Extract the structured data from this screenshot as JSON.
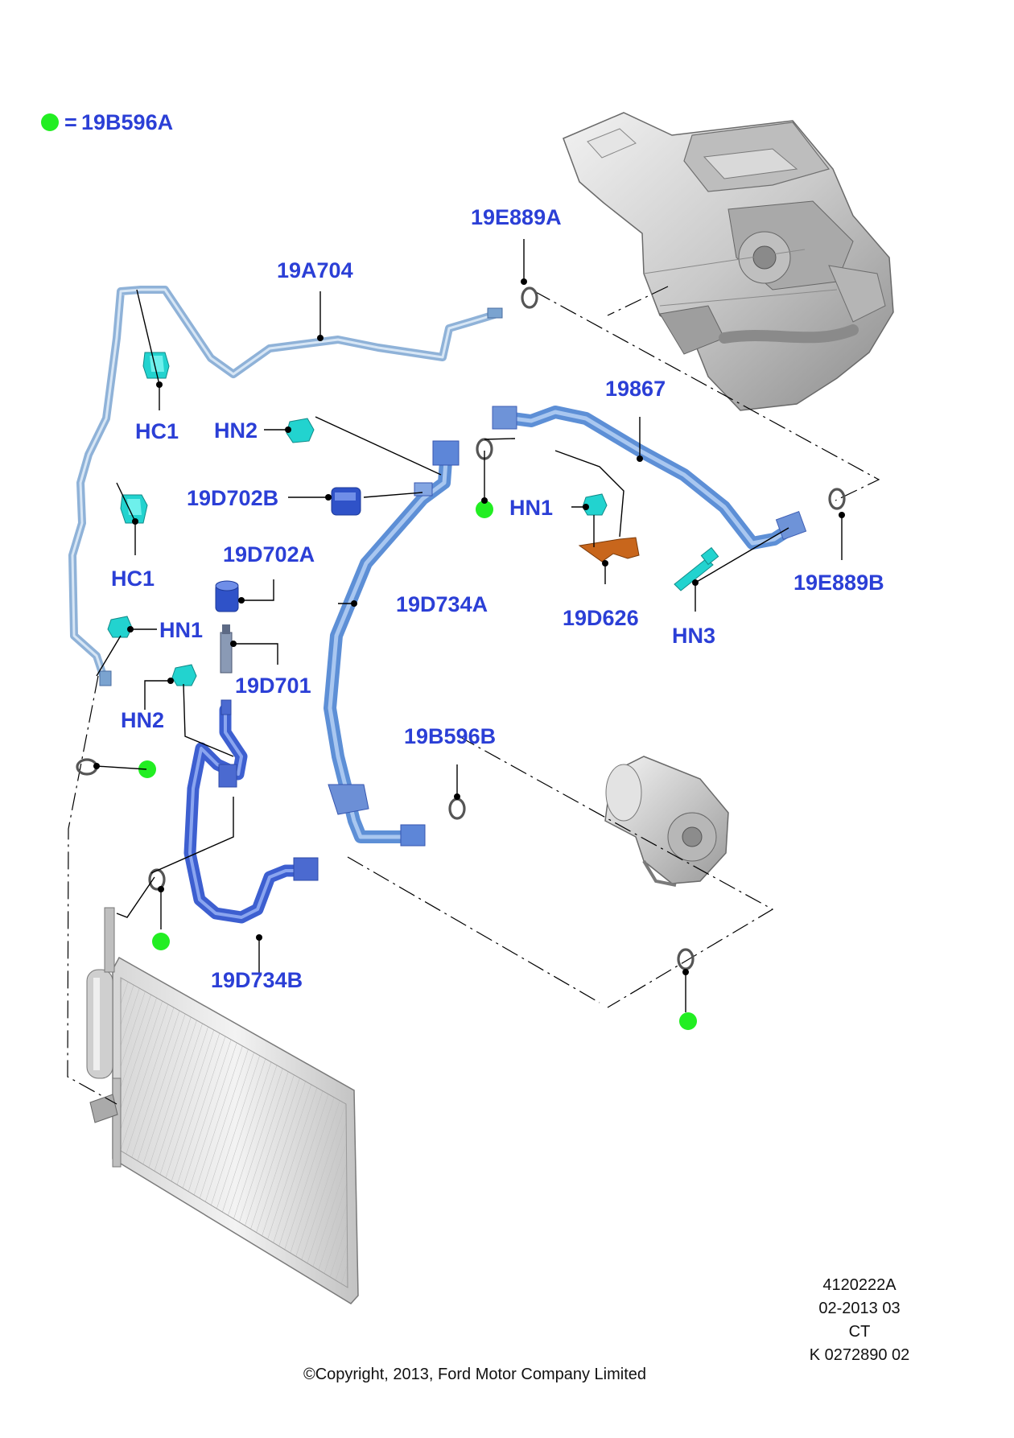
{
  "legend": {
    "marker_color": "#22ee22",
    "text": "19B596A"
  },
  "labels": {
    "19E889A": "19E889A",
    "19A704": "19A704",
    "HC1_top": "HC1",
    "HN2_top": "HN2",
    "19867": "19867",
    "19D702B": "19D702B",
    "HN1_right": "HN1",
    "HC1_bottom": "HC1",
    "19D702A": "19D702A",
    "19D734A": "19D734A",
    "19D626": "19D626",
    "19E889B": "19E889B",
    "HN3": "HN3",
    "HN1_left": "HN1",
    "19D701": "19D701",
    "HN2_left": "HN2",
    "19B596B": "19B596B",
    "19D734B": "19D734B"
  },
  "meta": {
    "line1": "4120222A",
    "line2": "02-2013 03",
    "line3": "CT",
    "line4": "K 0272890 02"
  },
  "copyright": "©Copyright, 2013, Ford Motor Company Limited",
  "colors": {
    "label_blue": "#2b3fd6",
    "clip_cyan": "#22d3cf",
    "bracket_orange": "#c8661c",
    "seal_green": "#22ee22"
  }
}
